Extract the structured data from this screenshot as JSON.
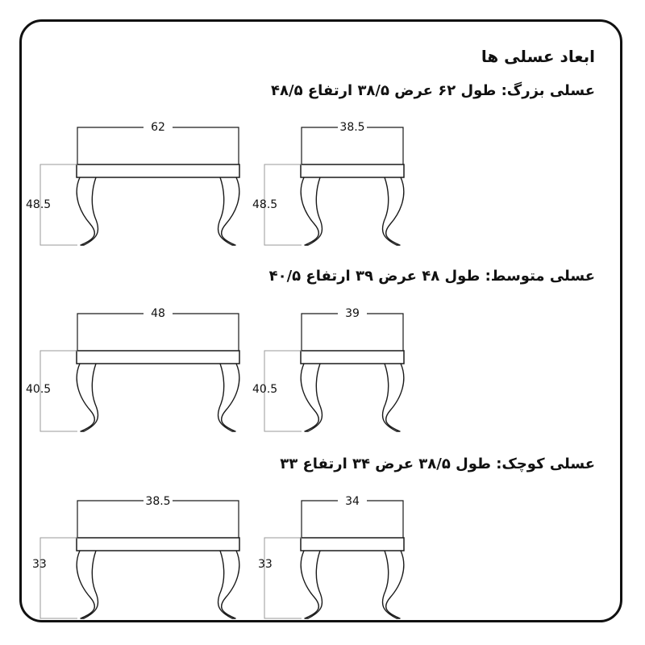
{
  "title": "ابعاد عسلی ها",
  "sections": [
    {
      "heading": "عسلی بزرگ: طول ۶۲ عرض ۳۸/۵ ارتفاع ۴۸/۵",
      "front": {
        "length": "62",
        "height": "48.5"
      },
      "side": {
        "width": "38.5",
        "height": "48.5"
      }
    },
    {
      "heading": "عسلی متوسط: طول ۴۸ عرض ۳۹ ارتفاع ۴۰/۵",
      "front": {
        "length": "48",
        "height": "40.5"
      },
      "side": {
        "width": "39",
        "height": "40.5"
      }
    },
    {
      "heading": "عسلی کوچک: طول ۳۸/۵ عرض ۳۴ ارتفاع ۳۳",
      "front": {
        "length": "38.5",
        "height": "33"
      },
      "side": {
        "width": "34",
        "height": "33"
      }
    }
  ],
  "colors": {
    "stroke": "#1a1a1a",
    "dimension_line": "#9a9a9a"
  }
}
